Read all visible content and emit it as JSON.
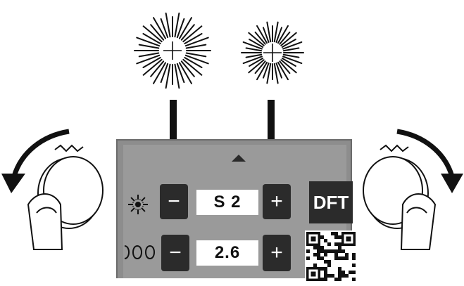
{
  "controls": {
    "stitch_width": {
      "icon": "stitch-width-icon",
      "minus_label": "−",
      "value": "S 2",
      "plus_label": "+"
    },
    "stitch_length": {
      "icon": "stitch-length-icon",
      "minus_label": "−",
      "value": "2.6",
      "plus_label": "+"
    },
    "default_label": "DFT",
    "scroll_up_icon": "triangle-up-icon",
    "qr_icon": "qr-code-icon"
  },
  "illustrations": {
    "left_knob": "knob-turn-counterclockwise",
    "right_knob": "knob-turn-clockwise",
    "left_sun": "sunburst-wide-icon",
    "right_sun": "sunburst-narrow-icon"
  },
  "colors": {
    "panel": "#8d8d8d",
    "button": "#2b2b2b",
    "value_bg": "#ffffff"
  }
}
